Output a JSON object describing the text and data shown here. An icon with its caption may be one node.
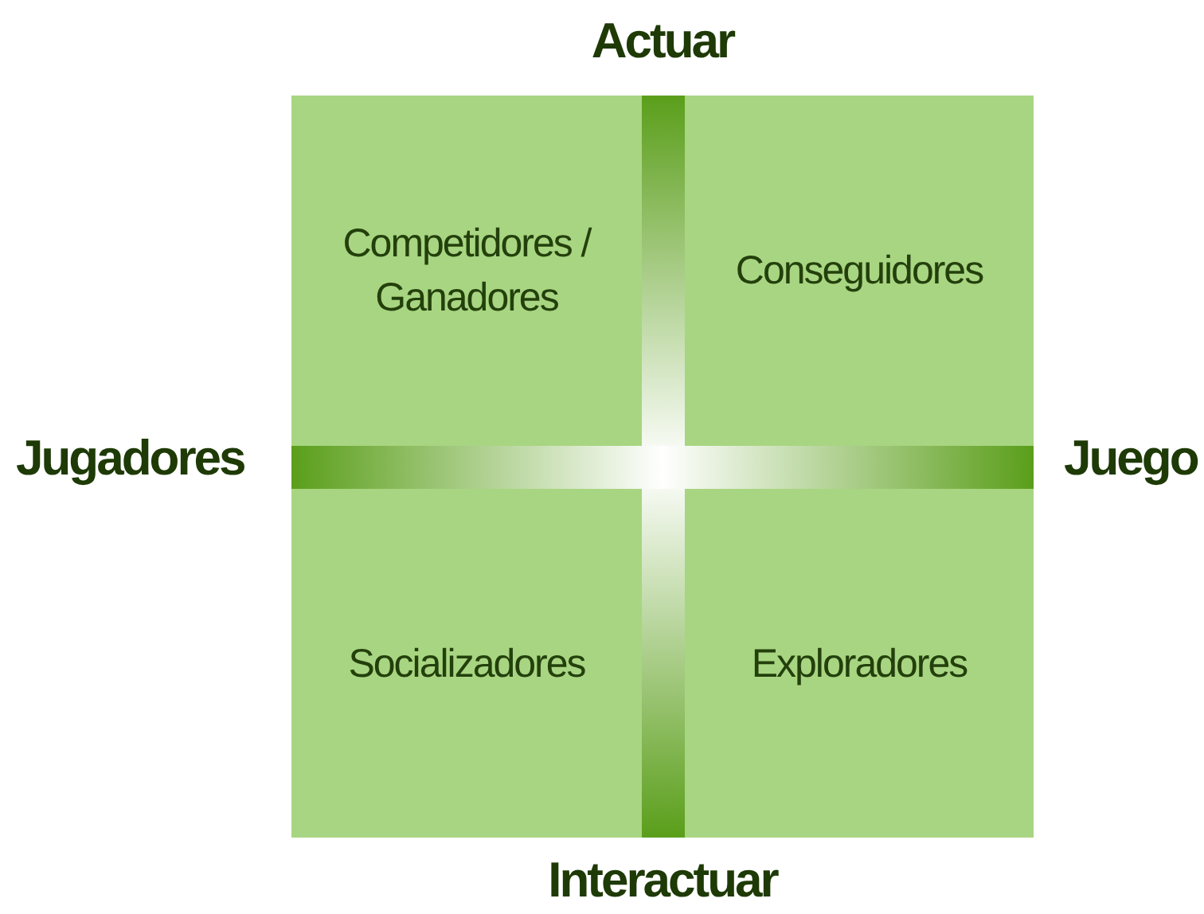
{
  "diagram": {
    "nodes": [
      {
        "text": [
          "Competidores / Ganadores"
        ]
      },
      {
        "text": [
          "Conseguidores"
        ]
      },
      {
        "text": [
          "Socializadores"
        ]
      },
      {
        "text": [
          "Exploradores"
        ]
      }
    ],
    "labels": [
      "Actuar",
      "Jugadores",
      "Juego",
      "Interactuar"
    ]
  }
}
